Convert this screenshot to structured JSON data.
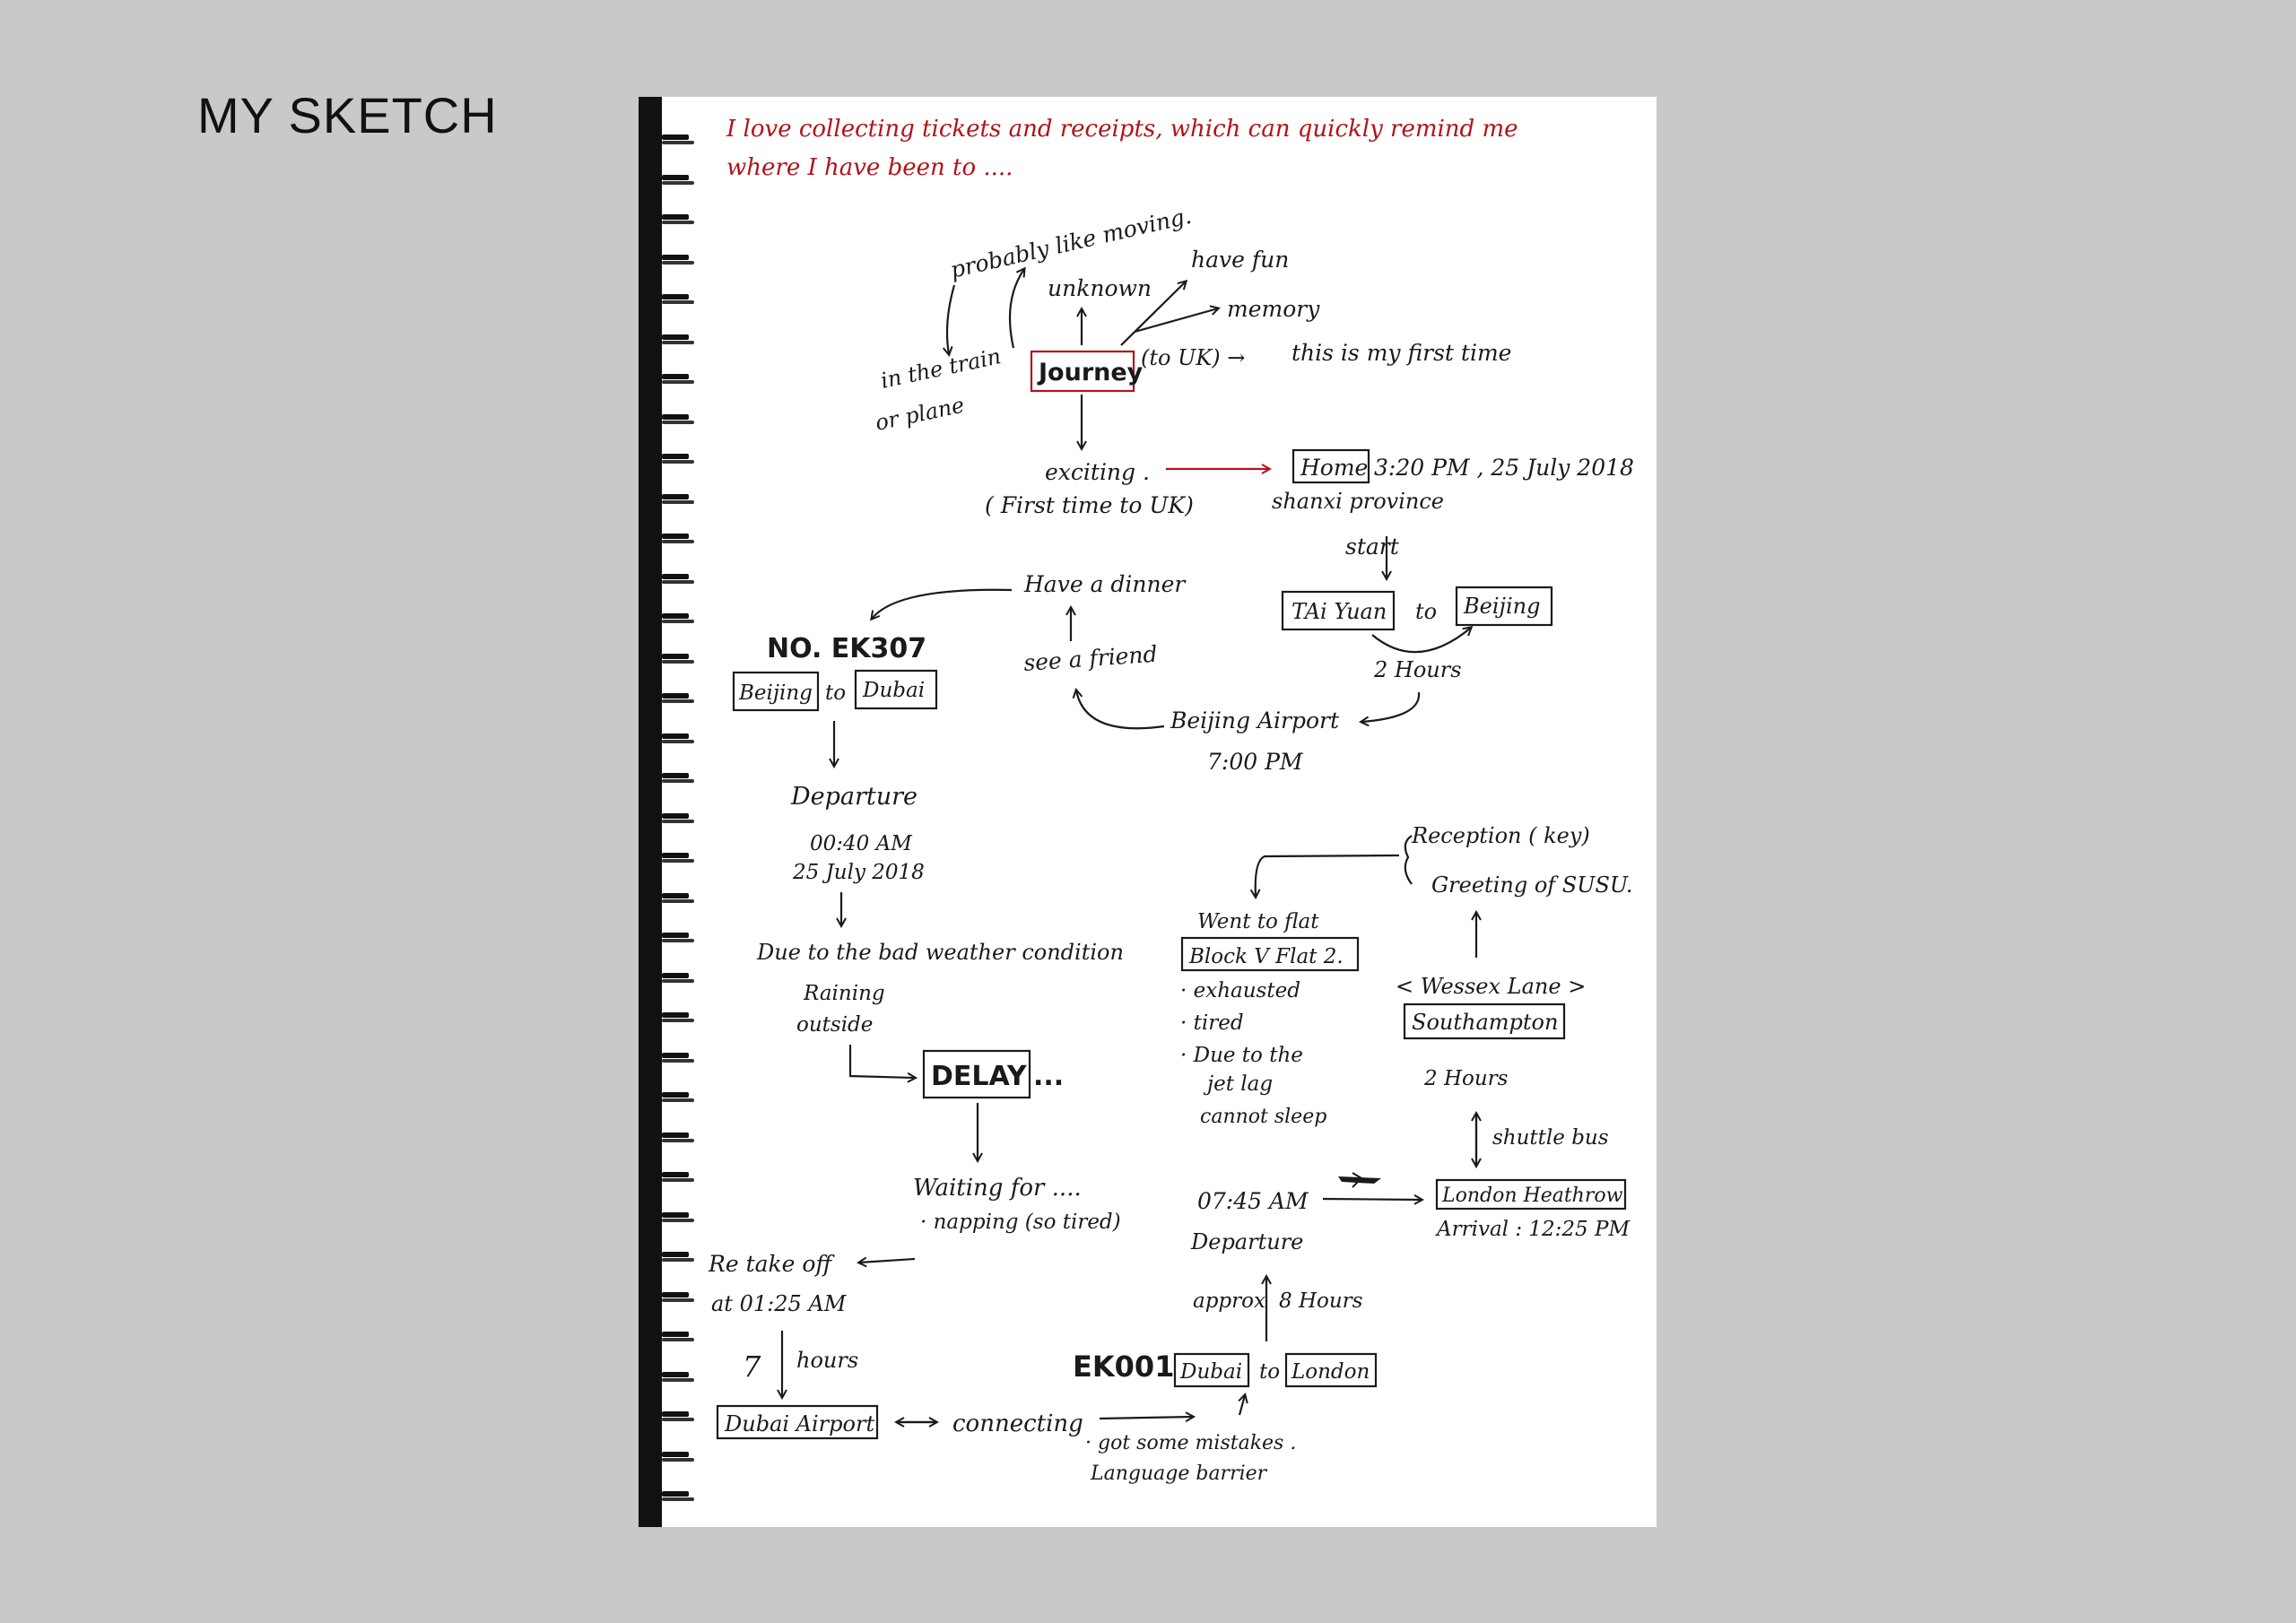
{
  "page": {
    "title": "MY SKETCH"
  },
  "note": {
    "intro_line1": "I love collecting tickets and receipts, which can quickly remind me",
    "intro_line2": "where I have been to ....",
    "probably": "probably like moving.",
    "unknown": "unknown",
    "have_fun": "have fun",
    "memory": "memory",
    "in_the_train": "in the train",
    "or_plane": "or plane",
    "journey": "Journey",
    "to_uk": "(to UK) →",
    "first_time": "this is my first time",
    "exciting": "exciting .",
    "first_time_uk": "( First time to UK)",
    "home": "Home",
    "home_time": "3:20 PM , 25 July 2018",
    "shanxi": "shanxi province",
    "start": "start",
    "taiyuan": "TAi Yuan",
    "to": "to",
    "beijing": "Beijing",
    "two_hours_a": "2 Hours",
    "have_dinner": "Have a dinner",
    "see_friend": "see a friend",
    "beijing_airport": "Beijing Airport",
    "airport_time": "7:00 PM",
    "flight_no": "NO. EK307",
    "fl_beijing": "Beijing",
    "fl_dubai": "Dubai",
    "departure": "Departure",
    "dep_time": "00:40 AM",
    "dep_date": "25 July 2018",
    "weather": "Due to the bad weather condition",
    "raining": "Raining",
    "outside": "outside",
    "delay": "DELAY",
    "dots": "...",
    "waiting": "Waiting for ....",
    "napping": "· napping (so tired)",
    "retake": "Re take off",
    "retake_time": "at 01:25 AM",
    "seven": "7",
    "hours": "hours",
    "dubai_airport": "Dubai Airport",
    "connecting": "connecting",
    "mistakes": "· got some mistakes .",
    "language": "Language barrier",
    "ek001": "EK001",
    "ek_dubai": "Dubai",
    "ek_london": "London",
    "approx": "approx",
    "eight_hours": "8 Hours",
    "dep2": "Departure",
    "dep2_time": "07:45 AM",
    "heathrow": "London Heathrow",
    "arrival": "Arrival : 12:25 PM",
    "shuttle": "shuttle bus",
    "two_hours_b": "2 Hours",
    "wessex": "< Wessex Lane >",
    "southampton": "Southampton",
    "reception": "Reception ( key)",
    "greeting": "Greeting of SUSU.",
    "went_flat": "Went to flat",
    "block": "Block V Flat 2.",
    "exhausted": "· exhausted",
    "tired": "· tired",
    "due_to": "· Due to the",
    "jet_lag": "jet lag",
    "cannot_sleep": "cannot sleep"
  }
}
